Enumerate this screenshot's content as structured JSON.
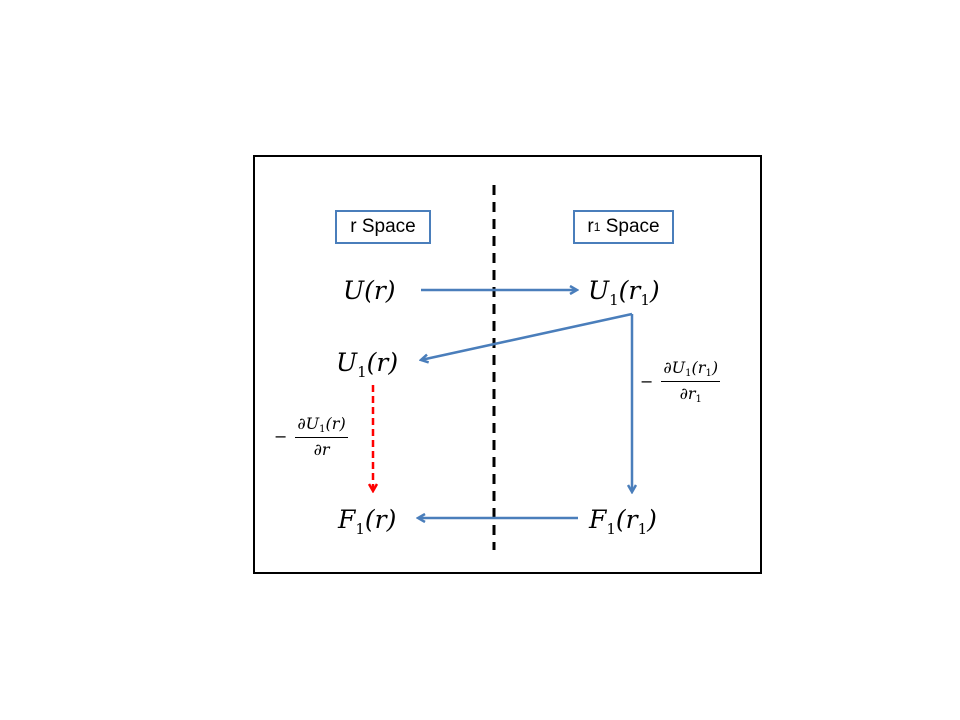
{
  "boxes": {
    "r_space": {
      "main": "r",
      "rest": " Space"
    },
    "r1_space": {
      "main": "r",
      "sub": "1",
      "rest": " Space"
    }
  },
  "nodes": {
    "U_r": {
      "f": "U",
      "sub": "",
      "arg": "(r)"
    },
    "U1_r1": {
      "f": "U",
      "sub": "1",
      "arg1": "(r",
      "argsub": "1",
      "close": ")"
    },
    "U1_r": {
      "f": "U",
      "sub": "1",
      "arg": "(r)"
    },
    "F1_r": {
      "f": "F",
      "sub": "1",
      "arg": "(r)"
    },
    "F1_r1": {
      "f": "F",
      "sub": "1",
      "arg1": "(r",
      "argsub": "1",
      "close": ")"
    }
  },
  "fractions": {
    "right": {
      "minus": "−",
      "num_a": "∂U",
      "num_sub": "1",
      "num_b": "(r",
      "num_sub2": "1",
      "num_c": ")",
      "den_a": "∂r",
      "den_sub": "1"
    },
    "left": {
      "minus": "−",
      "num_a": "∂U",
      "num_sub": "1",
      "num_b": "(r)",
      "den_a": "∂r"
    }
  },
  "colors": {
    "arrow": "#4a7ebb",
    "highlight": "#ff0000"
  }
}
